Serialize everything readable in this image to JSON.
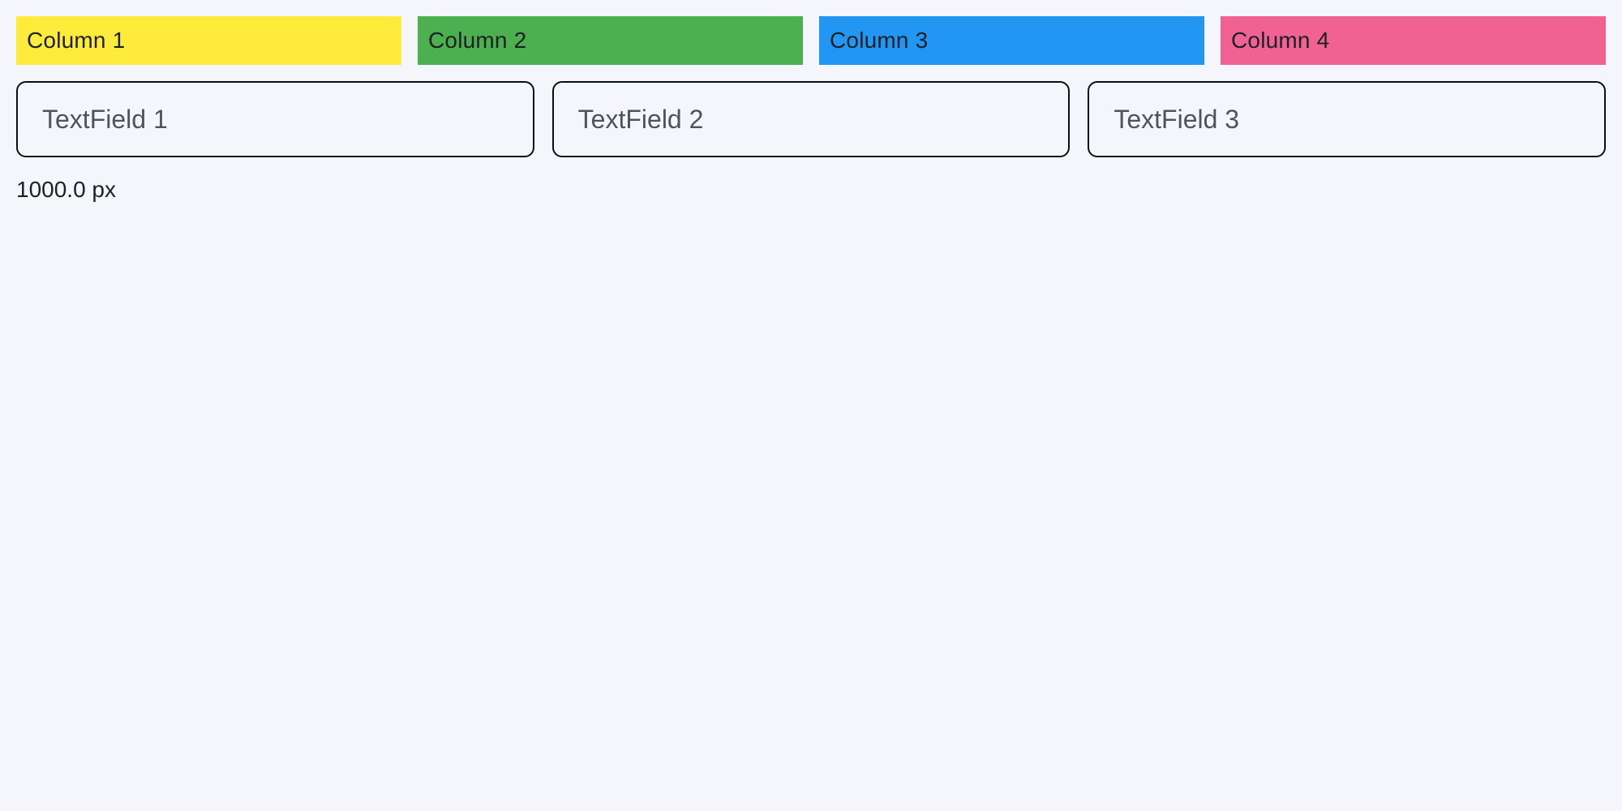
{
  "page": {
    "background_color": "#F5F6FB",
    "width_label": "1000.0 px"
  },
  "columns": [
    {
      "label": "Column 1",
      "color": "#FFEB3B"
    },
    {
      "label": "Column 2",
      "color": "#4CAF50"
    },
    {
      "label": "Column 3",
      "color": "#2196F3"
    },
    {
      "label": "Column 4",
      "color": "#F06292"
    }
  ],
  "textfields": [
    {
      "placeholder": "TextField 1"
    },
    {
      "placeholder": "TextField 2"
    },
    {
      "placeholder": "TextField 3"
    }
  ],
  "style": {
    "field_border_color": "#0B0D10",
    "label_text_color": "#1D2024",
    "hint_text_color": "#4E545B"
  }
}
